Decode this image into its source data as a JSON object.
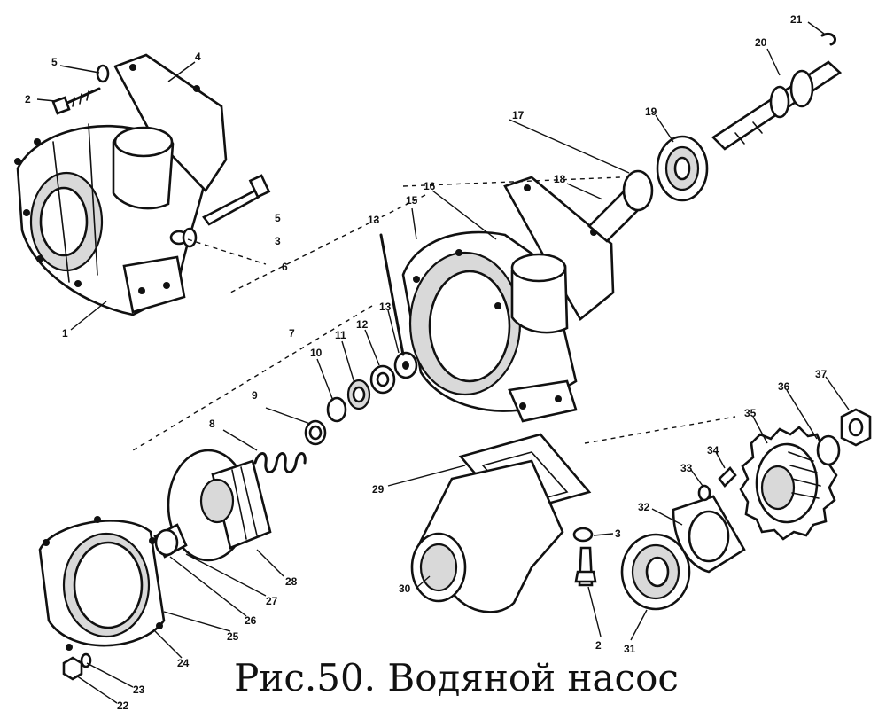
{
  "caption": "Рис.50. Водяной насос",
  "callouts": [
    "1",
    "2",
    "3",
    "4",
    "5",
    "6",
    "7",
    "8",
    "9",
    "10",
    "11",
    "12",
    "13",
    "15",
    "16",
    "17",
    "18",
    "19",
    "20",
    "21",
    "22",
    "23",
    "24",
    "25",
    "26",
    "27",
    "28",
    "29",
    "30",
    "31",
    "32",
    "33",
    "34",
    "35",
    "36",
    "37"
  ]
}
